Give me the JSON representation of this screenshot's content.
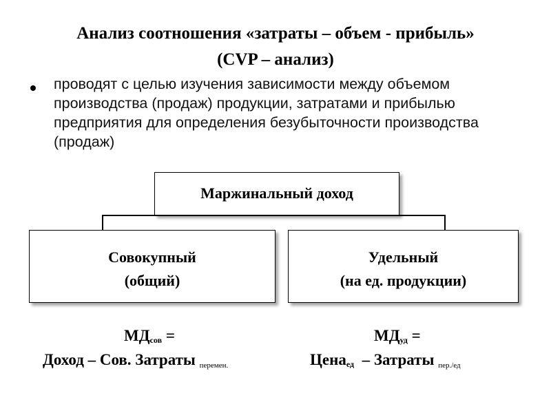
{
  "slide": {
    "title_line1": "Анализ соотношения «затраты – объем - прибыль»",
    "title_line2": "(CVP – анализ)",
    "bullet": "проводят с целью изучения зависимости между объемом производства (продаж) продукции, затратами и прибылью предприятия для определения безубыточности производства (продаж)"
  },
  "diagram": {
    "top": "Маржинальный доход",
    "left_line1": "Совокупный",
    "left_line2": "(общий)",
    "right_line1": "Удельный",
    "right_line2": "(на ед. продукции)"
  },
  "formulas": {
    "left": {
      "lhs": "МД",
      "lhs_sub": "сов",
      "eq": " =",
      "rhs": "Доход – Сов. Затраты ",
      "rhs_sub": "перемен."
    },
    "right": {
      "lhs": "МД",
      "lhs_sub": "уд",
      "eq": " =",
      "rhs_a": "Цена",
      "rhs_a_sub": "ед",
      "rhs_b": "  – Затраты ",
      "rhs_sub": "пер./ед"
    }
  }
}
